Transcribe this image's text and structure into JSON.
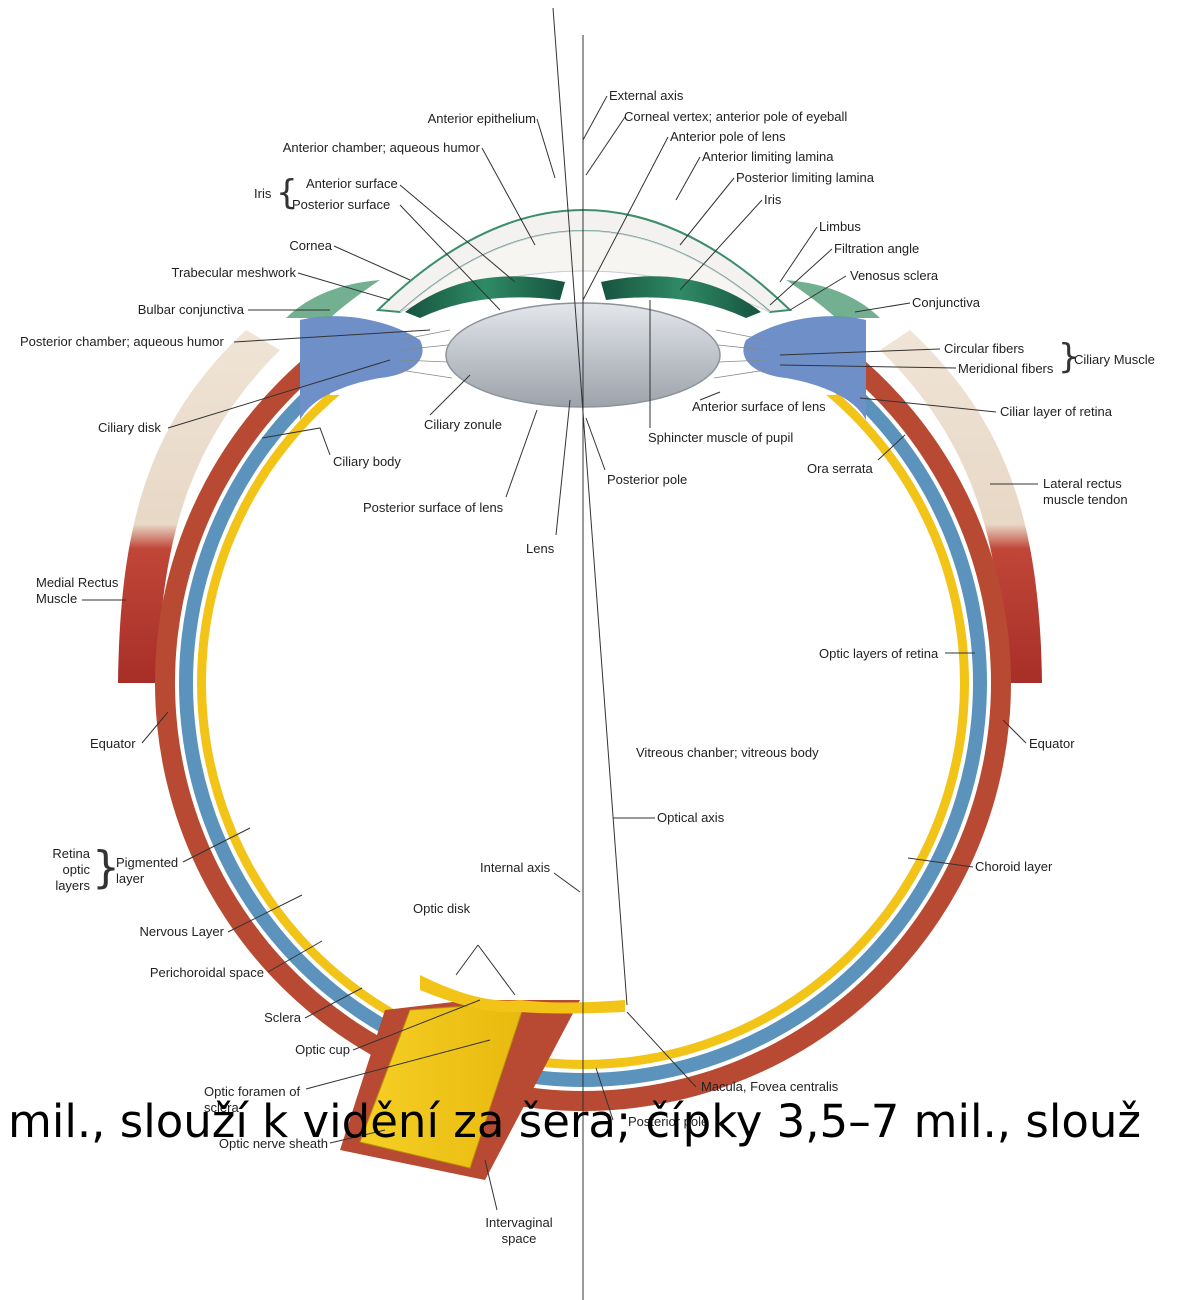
{
  "labels": {
    "external_axis": "External axis",
    "anterior_epithelium": "Anterior epithelium",
    "corneal_vertex": "Corneal vertex; anterior pole of eyeball",
    "anterior_pole_lens": "Anterior pole of lens",
    "anterior_chamber": "Anterior chamber; aqueous humor",
    "anterior_limiting_lamina": "Anterior limiting lamina",
    "iris_group": "Iris",
    "iris_anterior_surface": "Anterior surface",
    "iris_posterior_surface": "Posterior surface",
    "posterior_limiting_lamina": "Posterior limiting lamina",
    "iris": "Iris",
    "limbus": "Limbus",
    "cornea": "Cornea",
    "filtration_angle": "Filtration angle",
    "trabecular_meshwork": "Trabecular meshwork",
    "venosus_sclera": "Venosus sclera",
    "bulbar_conjunctiva": "Bulbar conjunctiva",
    "conjunctiva": "Conjunctiva",
    "posterior_chamber": "Posterior chamber; aqueous humor",
    "circular_fibers": "Circular fibers",
    "meridional_fibers": "Meridional fibers",
    "ciliary_muscle": "Ciliary Muscle",
    "ciliary_disk": "Ciliary disk",
    "ciliary_zonule": "Ciliary zonule",
    "anterior_surface_lens": "Anterior surface of lens",
    "ciliar_layer_retina": "Ciliar layer of retina",
    "sphincter_muscle": "Sphincter muscle of pupil",
    "ciliary_body": "Ciliary body",
    "ora_serrata": "Ora serrata",
    "posterior_pole": "Posterior pole",
    "lateral_rectus": "Lateral rectus\nmuscle tendon",
    "posterior_surface_lens": "Posterior surface of lens",
    "lens": "Lens",
    "medial_rectus": "Medial Rectus\nMuscle",
    "optic_layers_retina": "Optic layers of retina",
    "equator_left": "Equator",
    "equator_right": "Equator",
    "vitreous_chamber": "Vitreous chanber; vitreous body",
    "optical_axis": "Optical axis",
    "retina_optic_layers": "Retina\noptic\nlayers",
    "pigmented_layer": "Pigmented\nlayer",
    "internal_axis": "Internal axis",
    "choroid_layer": "Choroid layer",
    "nervous_layer": "Nervous Layer",
    "optic_disk": "Optic disk",
    "perichoroidal_space": "Perichoroidal space",
    "sclera": "Sclera",
    "optic_cup": "Optic cup",
    "macula": "Macula, Fovea centralis",
    "optic_foramen": "Optic foramen of\nsclera",
    "posterior_pole_bottom": "Posterior pole",
    "optic_nerve_sheath": "Optic nerve sheath",
    "intervaginal_space": "Intervaginal\nspace"
  },
  "overlay_text": "mil., slouží k vidění za šera; čípky 3,5–7 mil., slouž",
  "colors": {
    "sclera": "#b84a33",
    "choroid": "#5b93bd",
    "retina": "#f2c418",
    "muscle": "#b8352b",
    "tendon": "#e9dcc9",
    "cornea_edge": "#3d8d6e",
    "iris": "#1d6e55",
    "lens": "#c7ccd3",
    "ciliary": "#6f8fc9"
  }
}
